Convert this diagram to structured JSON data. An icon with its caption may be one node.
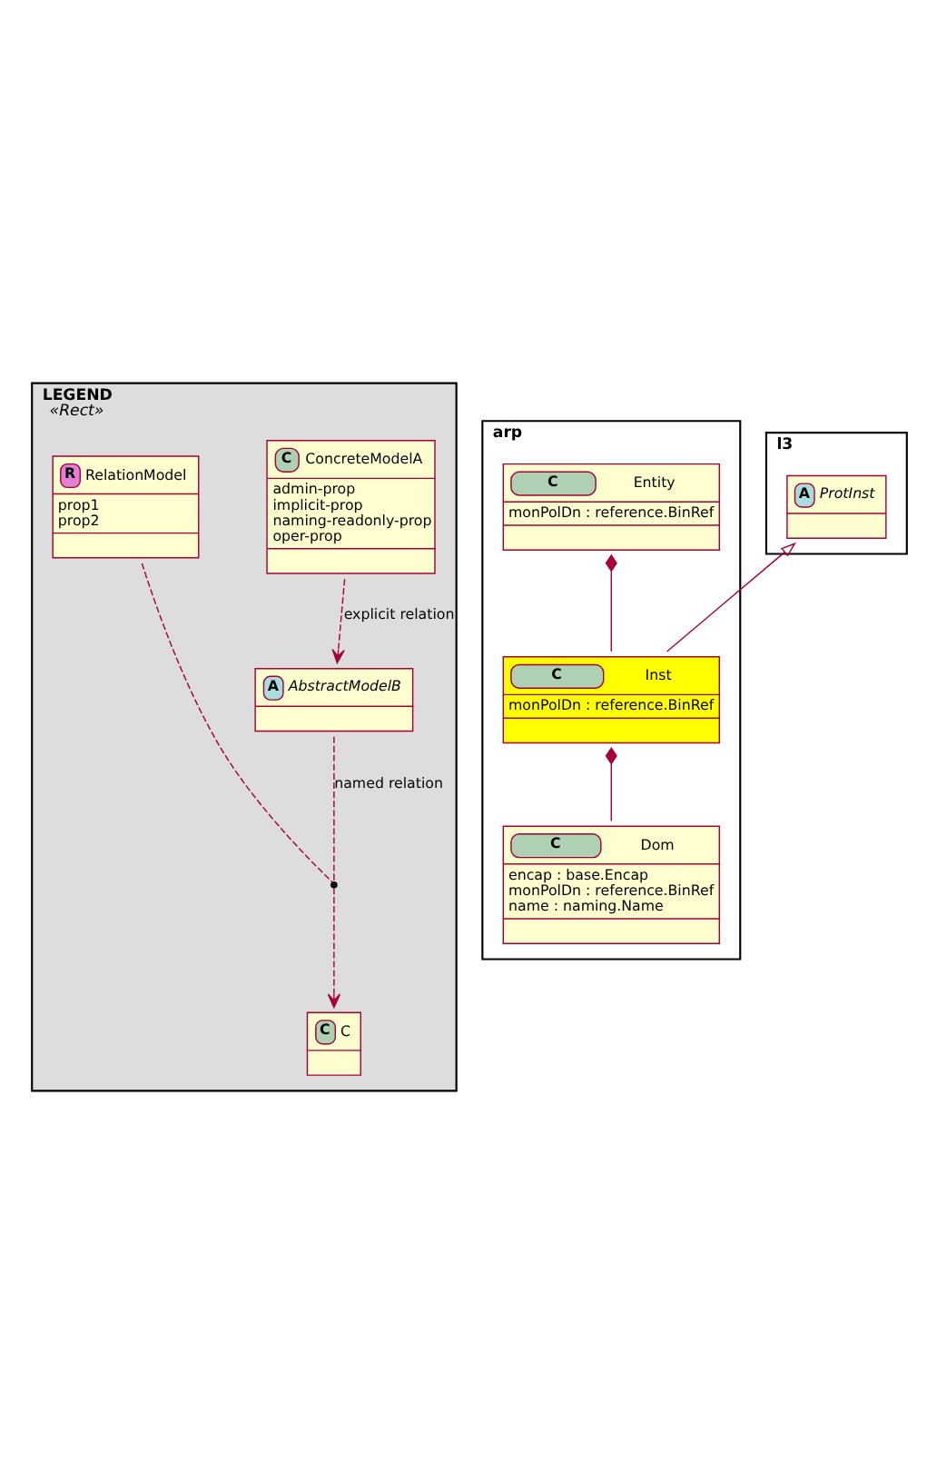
{
  "diagram": {
    "nodes": [
      {
        "text": [
          "LEGEND",
          "«Rect»"
        ]
      },
      {
        "text": [
          "C",
          "ConcreteModelA",
          "admin-prop",
          "implicit-prop",
          "naming-readonly-prop",
          "oper-prop"
        ],
        "in": 0
      },
      {
        "text": [
          "A",
          "AbstractModelB"
        ],
        "in": 0
      },
      {
        "text": [
          "R",
          "RelationModel",
          "prop1",
          "prop2"
        ],
        "in": 0
      },
      {
        "text": [],
        "shape": "circle",
        "in": 0
      },
      {
        "text": [
          "C",
          "C"
        ],
        "in": 0
      },
      {
        "text": [
          "arp"
        ]
      },
      {
        "text": [
          "C",
          "Entity",
          "monPolDn : reference.BinRef"
        ],
        "in": 6
      },
      {
        "text": [
          "C",
          "Inst",
          "monPolDn : reference.BinRef"
        ],
        "in": 6
      },
      {
        "text": [
          "C",
          "Dom",
          "encap : base.Encap",
          "monPolDn : reference.BinRef",
          "name : naming.Name"
        ],
        "in": 6
      },
      {
        "text": [
          "l3"
        ]
      },
      {
        "text": [
          "A",
          "ProtInst"
        ],
        "in": 10
      }
    ],
    "edges": [
      {
        "from": 1,
        "to": 2,
        "arrow": "to",
        "style": "dashed",
        "label": "explicit relation"
      },
      {
        "from": 2,
        "to": 4,
        "arrow": "none",
        "style": "dashed",
        "label": "named relation"
      },
      {
        "from": 4,
        "to": 5,
        "arrow": "to",
        "style": "dashed"
      },
      {
        "from": 3,
        "to": 4,
        "arrow": "none",
        "style": "dashed"
      },
      {
        "from": 7,
        "to": 8,
        "arrow": "other"
      },
      {
        "from": 8,
        "to": 9,
        "arrow": "other"
      },
      {
        "from": 8,
        "to": 11,
        "arrow": "to"
      }
    ]
  }
}
